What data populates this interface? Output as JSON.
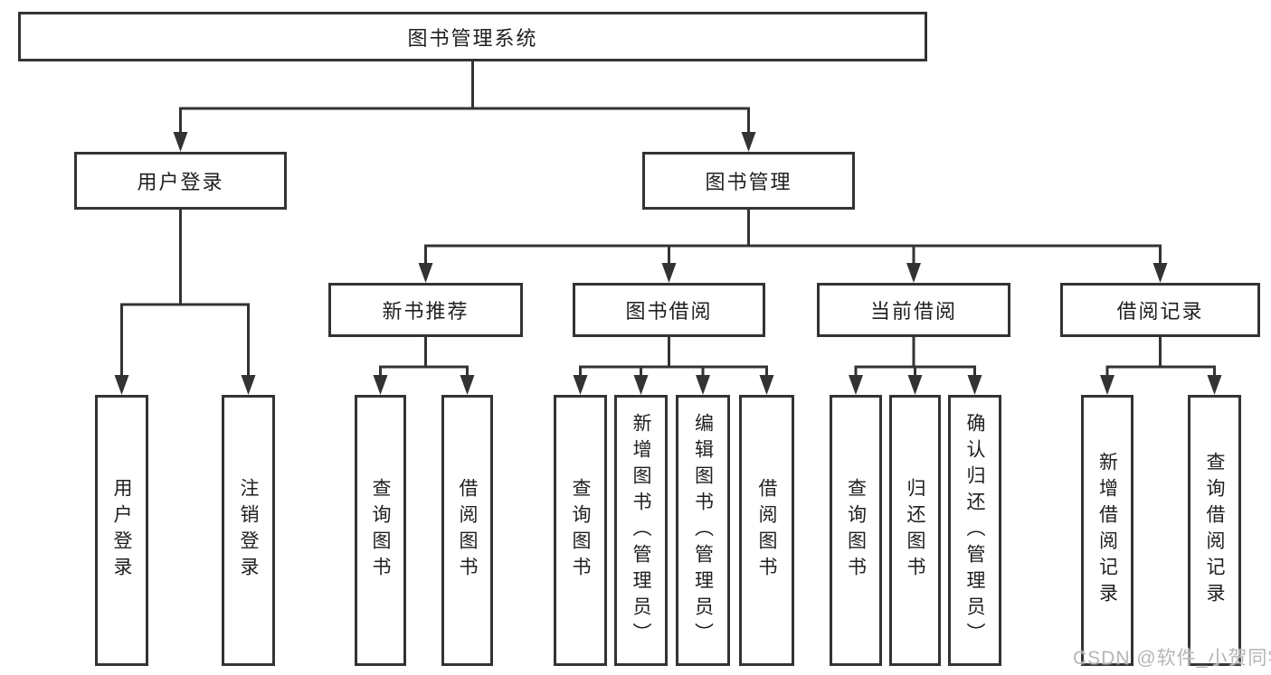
{
  "colors": {
    "line": "#333333",
    "box_border": "#333333",
    "box_background": "#ffffff",
    "text": "#1f1f1f",
    "watermark": "#b6b6b6"
  },
  "watermark": "CSDN @软件_小贺同学",
  "tree": {
    "root": {
      "label": "图书管理系统"
    },
    "branches": [
      {
        "label": "用户登录",
        "leaves": [
          {
            "label": "用户登录"
          },
          {
            "label": "注销登录"
          }
        ]
      },
      {
        "label": "图书管理",
        "sections": [
          {
            "label": "新书推荐",
            "leaves": [
              {
                "label": "查询图书"
              },
              {
                "label": "借阅图书"
              }
            ]
          },
          {
            "label": "图书借阅",
            "leaves": [
              {
                "label": "查询图书"
              },
              {
                "label": "新增图书（管理员）"
              },
              {
                "label": "编辑图书（管理员）"
              },
              {
                "label": "借阅图书"
              }
            ]
          },
          {
            "label": "当前借阅",
            "leaves": [
              {
                "label": "查询图书"
              },
              {
                "label": "归还图书"
              },
              {
                "label": "确认归还（管理员）"
              }
            ]
          },
          {
            "label": "借阅记录",
            "leaves": [
              {
                "label": "新增借阅记录"
              },
              {
                "label": "查询借阅记录"
              }
            ]
          }
        ]
      }
    ]
  }
}
